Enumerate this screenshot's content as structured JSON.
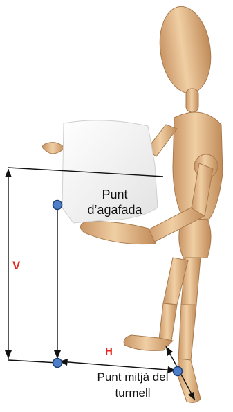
{
  "labels": {
    "grip_point": "Punt d’agafada",
    "ankle_midpoint": "Punt mitjà del turmell",
    "vertical": "V",
    "horizontal": "H"
  },
  "colors": {
    "wood": "#e2b98a",
    "wood_shadow": "#b98a5c",
    "box": "#f7f7f7",
    "point": "#4d7ec7",
    "measure": "#e8231b",
    "line": "#111111"
  }
}
